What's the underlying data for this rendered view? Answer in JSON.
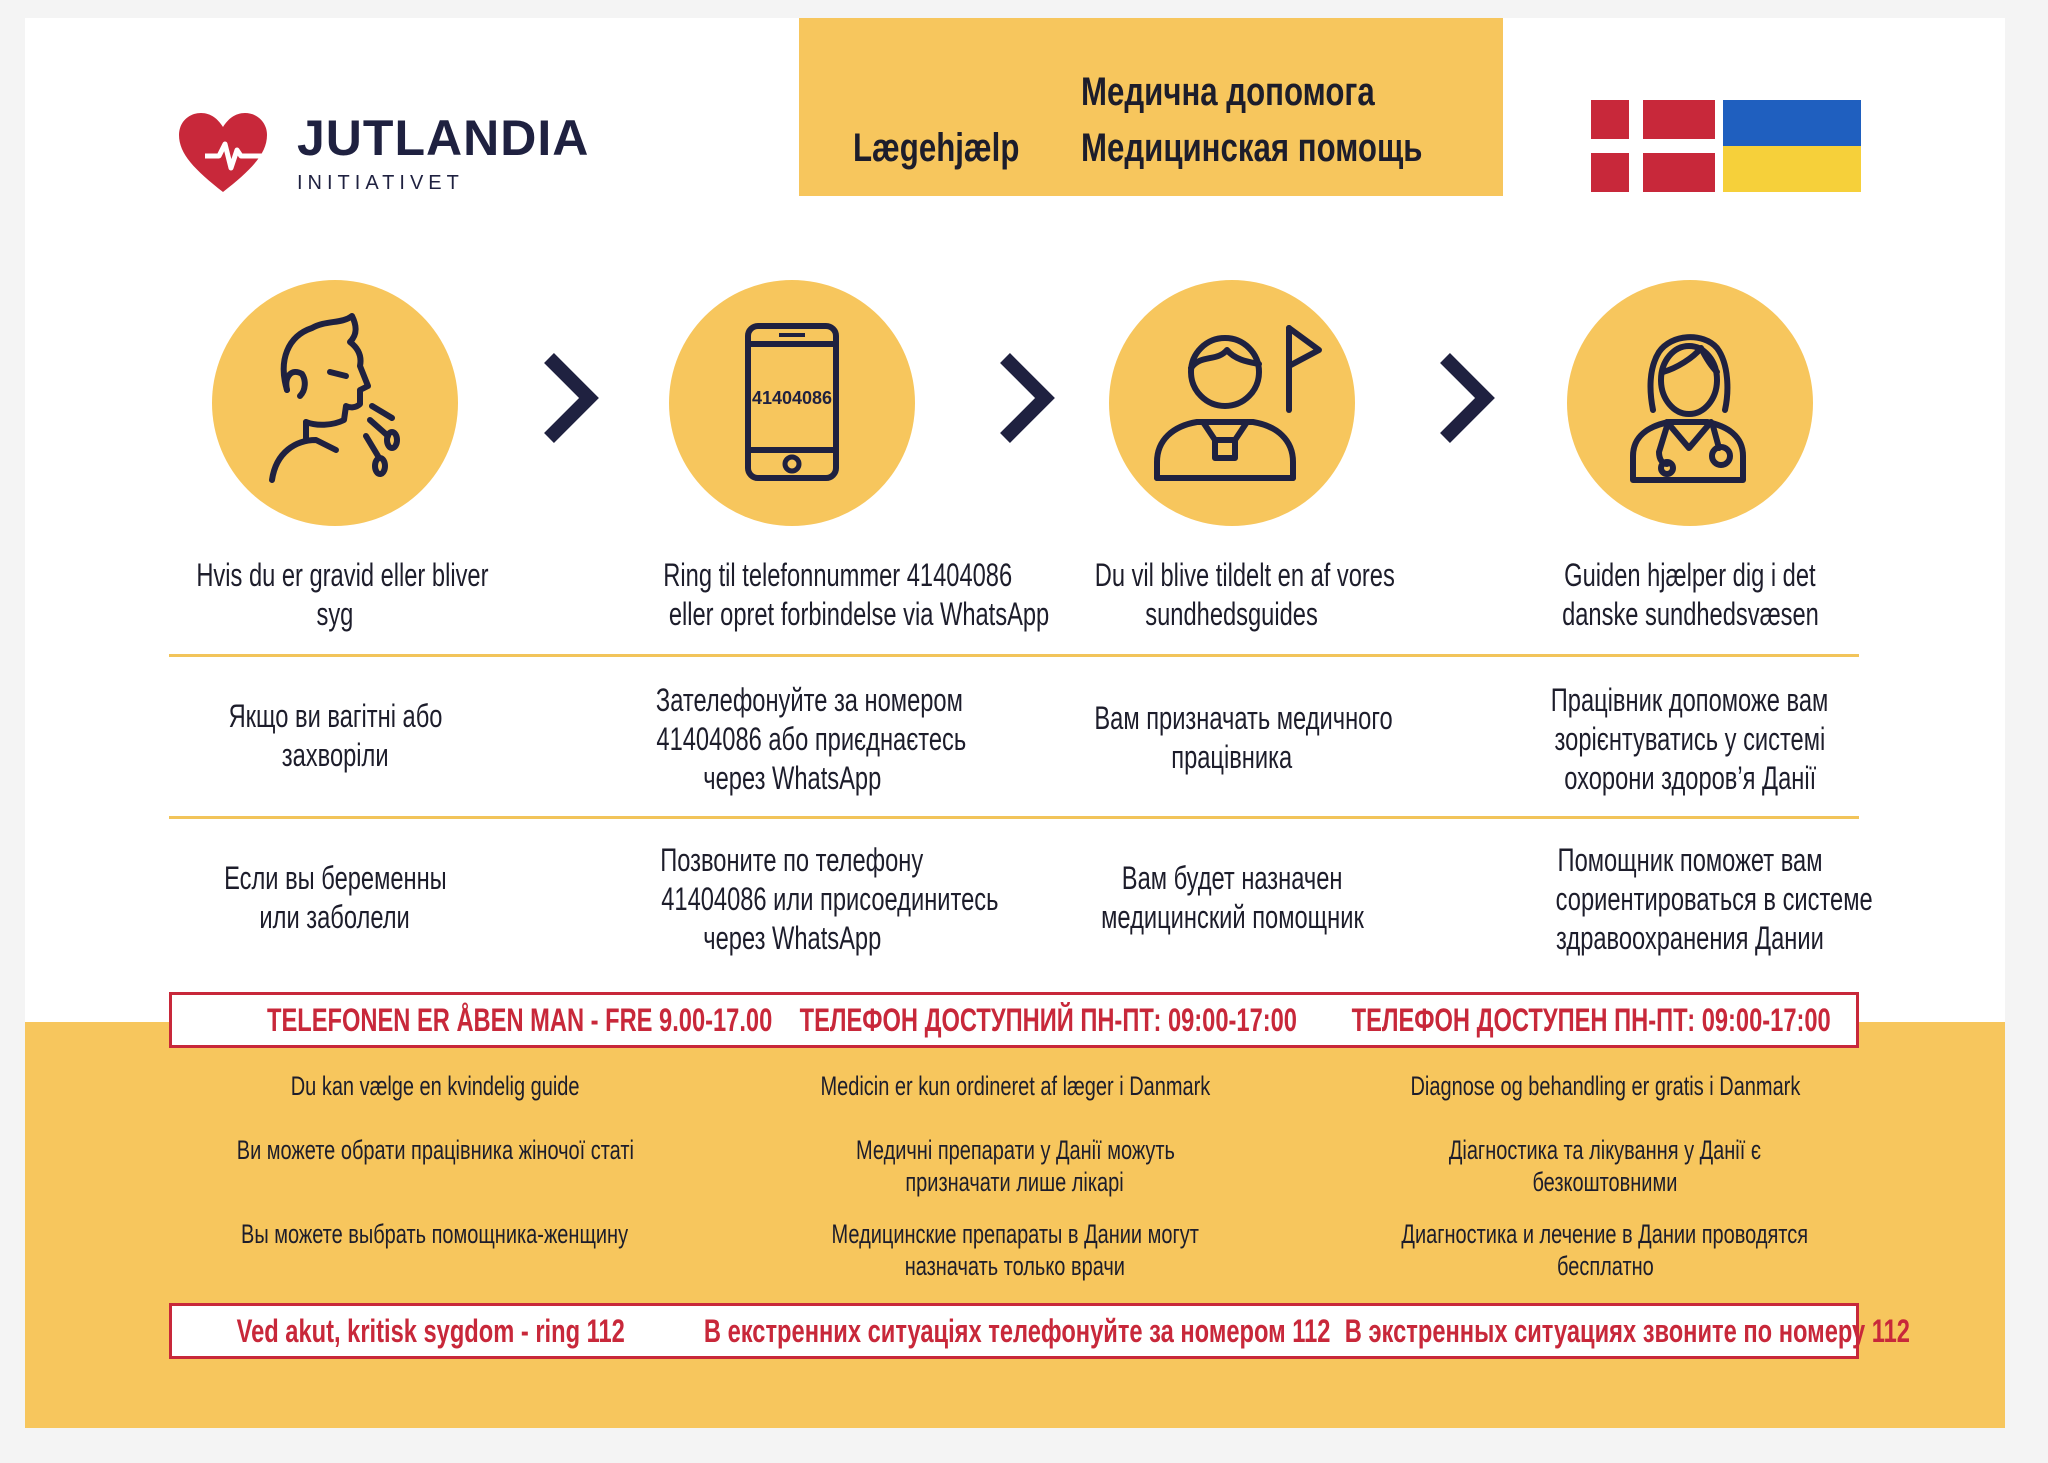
{
  "logo": {
    "name": "JUTLANDIA",
    "sub": "INITIATIVET"
  },
  "title": {
    "da": "Lægehjælp",
    "uk": "Медична допомога",
    "ru": "Медицинская помощь"
  },
  "flags": [
    "denmark-flag",
    "ukraine-flag"
  ],
  "colors": {
    "yellow": "#f7c65d",
    "navy": "#1f2140",
    "red": "#c8283a",
    "heart_red": "#c8283a"
  },
  "steps": [
    {
      "icon": "sick-person-icon",
      "da": [
        "Hvis du er gravid eller bliver",
        "syg"
      ],
      "uk": [
        "Якщо ви вагітні або",
        "захворіли"
      ],
      "ru": [
        "Если вы беременны",
        "или заболели"
      ]
    },
    {
      "icon": "phone-icon",
      "phone_number": "41404086",
      "da": [
        "Ring til telefonnummer 41404086",
        "eller opret forbindelse via WhatsApp"
      ],
      "uk": [
        "Зателефонуйте за номером",
        "41404086 або приєднаєтесь",
        "через WhatsApp"
      ],
      "ru": [
        "Позвоните по телефону",
        "41404086 или присоединитесь",
        "через WhatsApp"
      ]
    },
    {
      "icon": "guide-person-icon",
      "da": [
        "Du vil blive tildelt en af vores",
        "sundhedsguides"
      ],
      "uk": [
        "Вам призначать медичного",
        "працівника"
      ],
      "ru": [
        "Вам будет назначен",
        "медицинский помощник"
      ]
    },
    {
      "icon": "doctor-icon",
      "da": [
        "Guiden hjælper dig i det",
        "danske sundhedsvæsen"
      ],
      "uk": [
        "Працівник допоможе вам",
        "зорієнтуватись у системі",
        "охорони здоров’я Данії"
      ],
      "ru": [
        "Помощник поможет вам",
        "сориентироваться в системе",
        "здравоохранения Дании"
      ]
    }
  ],
  "hours": [
    "TELEFONEN ER ÅBEN MAN - FRE 9.00-17.00",
    "ТЕЛЕФОН ДОСТУПНИЙ ПН-ПТ: 09:00-17:00",
    "ТЕЛЕФОН ДОСТУПЕН ПН-ПТ: 09:00-17:00"
  ],
  "info_columns": [
    {
      "da": [
        "Du kan vælge en kvindelig guide"
      ],
      "uk": [
        "Ви можете обрати працівника жіночої статі"
      ],
      "ru": [
        "Вы можете выбрать помощника-женщину"
      ]
    },
    {
      "da": [
        "Medicin er kun ordineret af læger i Danmark"
      ],
      "uk": [
        "Медичні препарати у Данії можуть",
        "призначати лише лікарі"
      ],
      "ru": [
        "Медицинские препараты в Дании могут",
        "назначать только врачи"
      ]
    },
    {
      "da": [
        "Diagnose og behandling er gratis i Danmark"
      ],
      "uk": [
        "Діагностика та лікування у Данії є",
        "безкоштовними"
      ],
      "ru": [
        "Диагностика и лечение в Дании проводятся",
        "бесплатно"
      ]
    }
  ],
  "emergency": [
    "Ved akut, kritisk sygdom - ring 112",
    "В екстренних ситуаціях телефонуйте за номером 112",
    "В экстренных ситуациях звоните по номеру 112"
  ]
}
